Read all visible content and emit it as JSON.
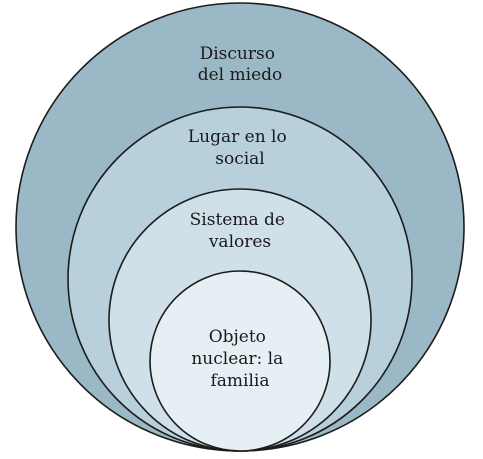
{
  "diagram": {
    "rings": [
      {
        "id": "outer",
        "lines": [
          "Discurso",
          "del miedo"
        ],
        "fill": "#9bb8c6"
      },
      {
        "id": "second",
        "lines": [
          "Lugar en lo",
          "social"
        ],
        "fill": "#b8d0db"
      },
      {
        "id": "third",
        "lines": [
          "Sistema de",
          "valores"
        ],
        "fill": "#cfe0e8"
      },
      {
        "id": "inner",
        "lines": [
          "Objeto",
          "nuclear: la",
          "familia"
        ],
        "fill": "#e6eff3"
      }
    ]
  }
}
